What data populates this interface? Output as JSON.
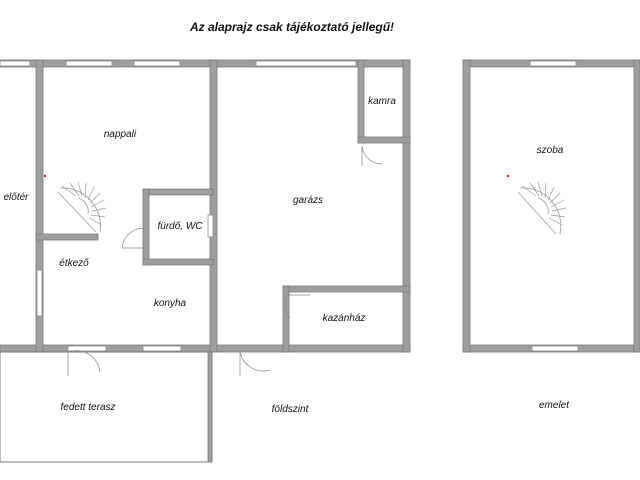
{
  "title": "Az alaprajz csak tájékoztató jellegű!",
  "rooms": {
    "eloter": "előtér",
    "nappali": "nappali",
    "furdo": "fürdő, WC",
    "etkezo": "étkező",
    "konyha": "konyha",
    "garazs": "garázs",
    "kamra": "kamra",
    "kazanhaz": "kazánház",
    "terasz": "fedett terasz",
    "szoba": "szoba"
  },
  "levels": {
    "ground": "földszint",
    "upper": "emelet"
  },
  "colors": {
    "wall": "#9e9e9e",
    "background": "#ffffff"
  }
}
